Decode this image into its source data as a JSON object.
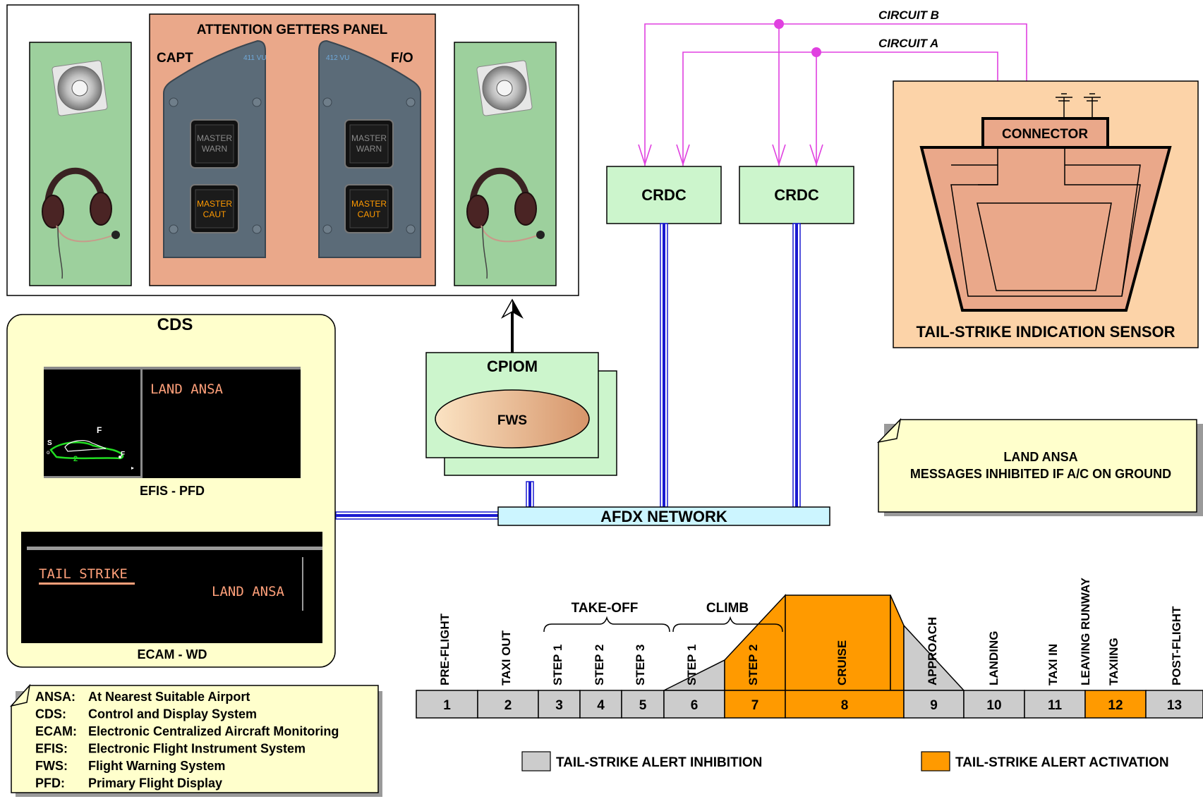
{
  "attention_panel": {
    "title": "ATTENTION GETTERS PANEL",
    "capt": "CAPT",
    "fo": "F/O",
    "capt_vu": "411 VU",
    "fo_vu": "412 VU",
    "warn_line1": "MASTER",
    "warn_line2": "WARN",
    "caut_line1": "MASTER",
    "caut_line2": "CAUT"
  },
  "circuits": {
    "b": "CIRCUIT B",
    "a": "CIRCUIT A"
  },
  "crdc_left": "CRDC",
  "crdc_right": "CRDC",
  "sensor": {
    "connector": "CONNECTOR",
    "title": "TAIL-STRIKE INDICATION SENSOR"
  },
  "cds": {
    "title": "CDS",
    "pfd_message": "LAND ANSA",
    "pfd_label": "EFIS - PFD",
    "pfd_speed_marks": [
      "F",
      "S",
      "F",
      "2"
    ],
    "wd_warning": "TAIL STRIKE",
    "wd_message": "LAND ANSA",
    "wd_label": "ECAM - WD"
  },
  "cpiom": {
    "title": "CPIOM",
    "fws": "FWS"
  },
  "afdx": "AFDX NETWORK",
  "note": {
    "line1": "LAND ANSA",
    "line2": "MESSAGES INHIBITED IF A/C ON GROUND"
  },
  "glossary": [
    {
      "abbr": "ANSA:",
      "text": "At Nearest Suitable Airport"
    },
    {
      "abbr": "CDS:",
      "text": "Control and Display System"
    },
    {
      "abbr": "ECAM:",
      "text": "Electronic Centralized Aircraft Monitoring"
    },
    {
      "abbr": "EFIS:",
      "text": "Electronic Flight Instrument System"
    },
    {
      "abbr": "FWS:",
      "text": "Flight Warning System"
    },
    {
      "abbr": "PFD:",
      "text": "Primary Flight Display"
    }
  ],
  "phases": {
    "groups": {
      "takeoff": "TAKE-OFF",
      "climb": "CLIMB"
    },
    "labels": [
      "PRE-FLIGHT",
      "TAXI OUT",
      "STEP 1",
      "STEP 2",
      "STEP 3",
      "STEP 1",
      "STEP 2",
      "CRUISE",
      "APPROACH",
      "LANDING",
      "TAXI IN",
      "LEAVING RUNWAY",
      "TAXIING",
      "POST-FLIGHT"
    ],
    "numbers": [
      "1",
      "2",
      "3",
      "4",
      "5",
      "6",
      "7",
      "8",
      "9",
      "10",
      "11",
      "12",
      "13"
    ],
    "active_numbers": [
      "7",
      "8",
      "12"
    ]
  },
  "legend": {
    "inhibition": "TAIL-STRIKE ALERT INHIBITION",
    "activation": "TAIL-STRIKE ALERT ACTIVATION"
  },
  "colors": {
    "wire": "#e040e0",
    "bus": "#1a1ad0",
    "active": "#ff9a00",
    "inhibit": "#cccccc",
    "green_box": "#ccf5cc",
    "note": "#ffffcc"
  }
}
